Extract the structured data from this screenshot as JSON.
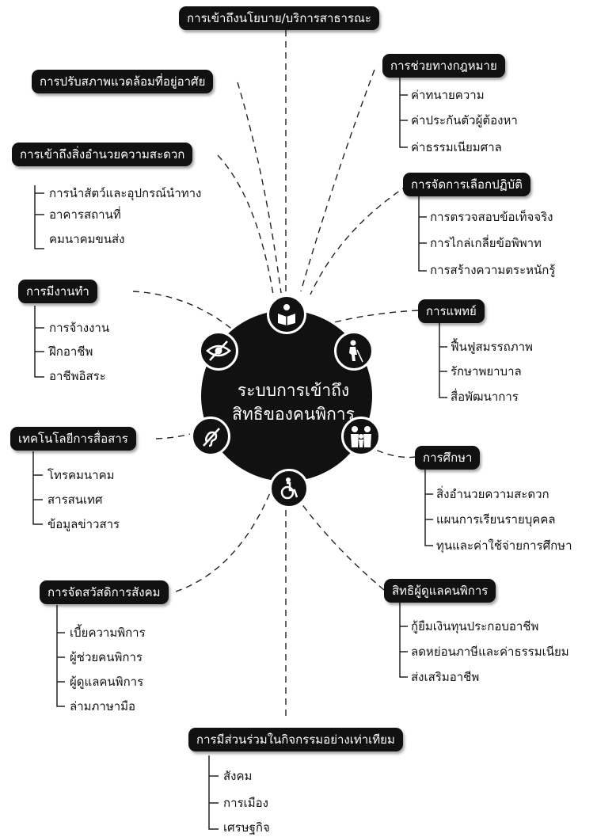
{
  "center": {
    "line1": "ระบบการเข้าถึง",
    "line2": "สิทธิของคนพิการ"
  },
  "nodes": {
    "policy": {
      "title": "การเข้าถึงนโยบาย/บริการสาธารณะ",
      "items": []
    },
    "housing": {
      "title": "การปรับสภาพแวดล้อมที่อยู่อาศัย",
      "items": []
    },
    "facilities": {
      "title": "การเข้าถึงสิ่งอำนวยความสะดวก",
      "items": [
        "การนำสัตว์และอุปกรณ์นำทาง",
        "อาคารสถานที่",
        "คมนาคมขนส่ง"
      ]
    },
    "employment": {
      "title": "การมีงานทำ",
      "items": [
        "การจ้างงาน",
        "ฝึกอาชีพ",
        "อาชีพอิสระ"
      ]
    },
    "communication": {
      "title": "เทคโนโลยีการสื่อสาร",
      "items": [
        "โทรคมนาคม",
        "สารสนเทศ",
        "ข้อมูลข่าวสาร"
      ]
    },
    "welfare": {
      "title": "การจัดสวัสดิการสังคม",
      "items": [
        "เบี้ยความพิการ",
        "ผู้ช่วยคนพิการ",
        "ผู้ดูแลคนพิการ",
        "ล่ามภาษามือ"
      ]
    },
    "participation": {
      "title": "การมีส่วนร่วมในกิจกรรมอย่างเท่าเทียม",
      "items": [
        "สังคม",
        "การเมือง",
        "เศรษฐกิจ"
      ]
    },
    "legal": {
      "title": "การช่วยทางกฎหมาย",
      "items": [
        "ค่าทนายความ",
        "ค่าประกันตัวผู้ต้องหา",
        "ค่าธรรมเนียมศาล"
      ]
    },
    "dispute": {
      "title": "การจัดการเลือกปฏิบัติ",
      "items": [
        "การตรวจสอบข้อเท็จจริง",
        "การไกล่เกลี่ยข้อพิพาท",
        "การสร้างความตระหนักรู้"
      ]
    },
    "medical": {
      "title": "การแพทย์",
      "items": [
        "ฟื้นฟูสมรรถภาพ",
        "รักษาพยาบาล",
        "สื่อพัฒนาการ"
      ]
    },
    "education": {
      "title": "การศึกษา",
      "items": [
        "สิ่งอำนวยความสะดวก",
        "แผนการเรียนรายบุคคล",
        "ทุนและค่าใช้จ่ายการศึกษา"
      ]
    },
    "caregiver": {
      "title": "สิทธิผู้ดูแลคนพิการ",
      "items": [
        "กู้ยืมเงินทุนประกอบอาชีพ",
        "ลดหย่อนภาษีและค่าธรรมเนียม",
        "ส่งเสริมอาชีพ"
      ]
    }
  },
  "icons": [
    "reading-person-icon",
    "visually-impaired-icon",
    "no-vision-icon",
    "deaf-ear-icon",
    "wheelchair-icon",
    "family-children-icon"
  ]
}
